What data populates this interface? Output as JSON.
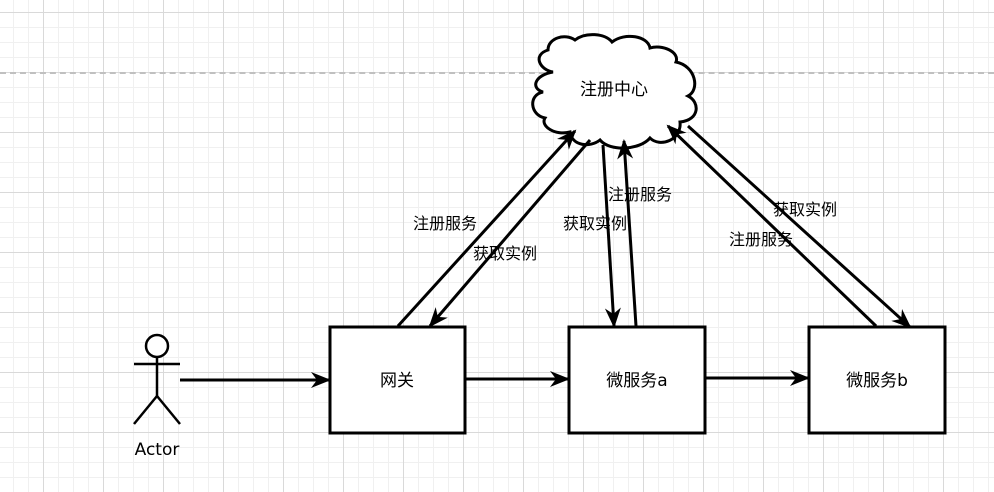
{
  "diagram": {
    "registry": {
      "label": "注册中心",
      "shape": "cloud"
    },
    "actor": {
      "label": "Actor"
    },
    "nodes": [
      {
        "id": "gateway",
        "label": "网关"
      },
      {
        "id": "service_a",
        "label": "微服务a"
      },
      {
        "id": "service_b",
        "label": "微服务b"
      }
    ],
    "edges": [
      {
        "from": "actor",
        "to": "gateway",
        "label": ""
      },
      {
        "from": "gateway",
        "to": "service_a",
        "label": ""
      },
      {
        "from": "service_a",
        "to": "service_b",
        "label": ""
      },
      {
        "from": "gateway",
        "to": "registry",
        "label": "注册服务"
      },
      {
        "from": "registry",
        "to": "gateway",
        "label": "获取实例"
      },
      {
        "from": "registry",
        "to": "service_a",
        "label": "获取实例"
      },
      {
        "from": "service_a",
        "to": "registry",
        "label": "注册服务"
      },
      {
        "from": "registry",
        "to": "service_b",
        "label": "获取实例"
      },
      {
        "from": "service_b",
        "to": "registry",
        "label": "注册服务"
      }
    ],
    "colors": {
      "stroke": "#000000",
      "fill": "#ffffff",
      "grid_major": "#d9d9d9",
      "grid_minor": "#f0f0f0",
      "page_break": "#c0c0c0"
    }
  }
}
